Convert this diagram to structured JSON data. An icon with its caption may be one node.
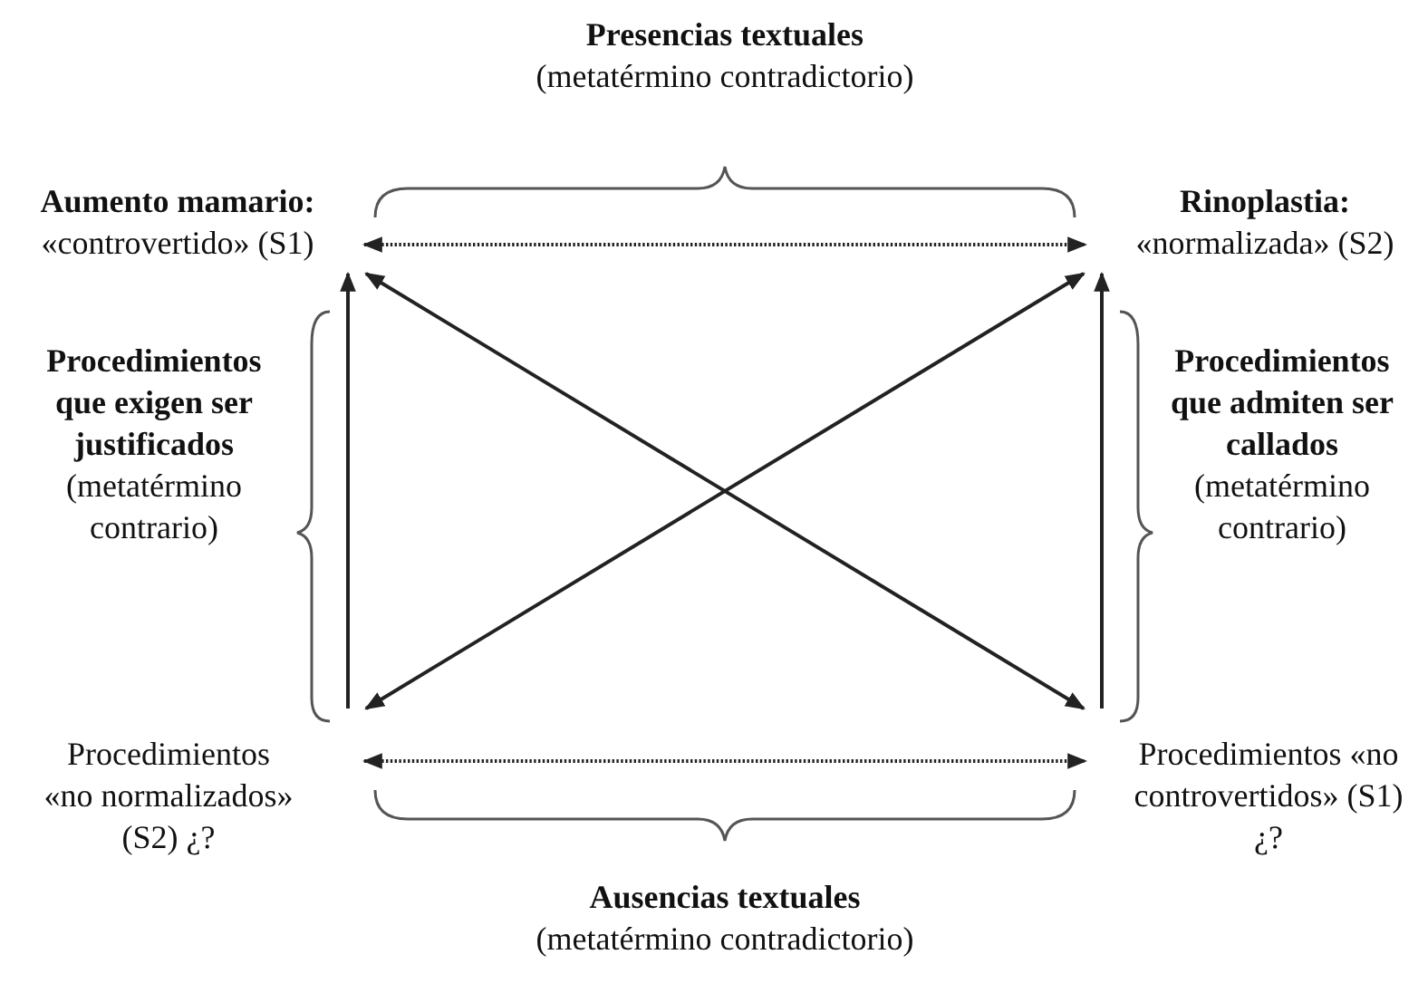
{
  "diagram": {
    "nodes": [
      {
        "text": [
          "Aumento mamario:",
          "«controvertido» (S1)"
        ]
      },
      {
        "text": [
          "Rinoplastia:",
          "«normalizada» (S2)"
        ]
      },
      {
        "text": [
          "Procedimientos «no normalizados» (S2) ¿?"
        ]
      },
      {
        "text": [
          "Procedimientos «no controvertidos» (S1) ¿?"
        ]
      }
    ],
    "edges": [
      {
        "from": 0,
        "to": 1,
        "arrow": "both",
        "style": "dashed"
      },
      {
        "from": 2,
        "to": 3,
        "arrow": "both",
        "style": "dashed"
      },
      {
        "from": 2,
        "to": 0,
        "arrow": "to"
      },
      {
        "from": 3,
        "to": 1,
        "arrow": "to"
      },
      {
        "from": 0,
        "to": 3,
        "arrow": "both"
      },
      {
        "from": 1,
        "to": 2,
        "arrow": "both"
      }
    ],
    "labels": [
      "Presencias textuales",
      "(metatérmino contradictorio)",
      "Procedimientos que exigen ser justificados",
      "(metatérmino contrario)",
      "Procedimientos que admiten ser callados",
      "(metatérmino contrario)",
      "Ausencias textuales",
      "(metatérmino contradictorio)"
    ]
  }
}
